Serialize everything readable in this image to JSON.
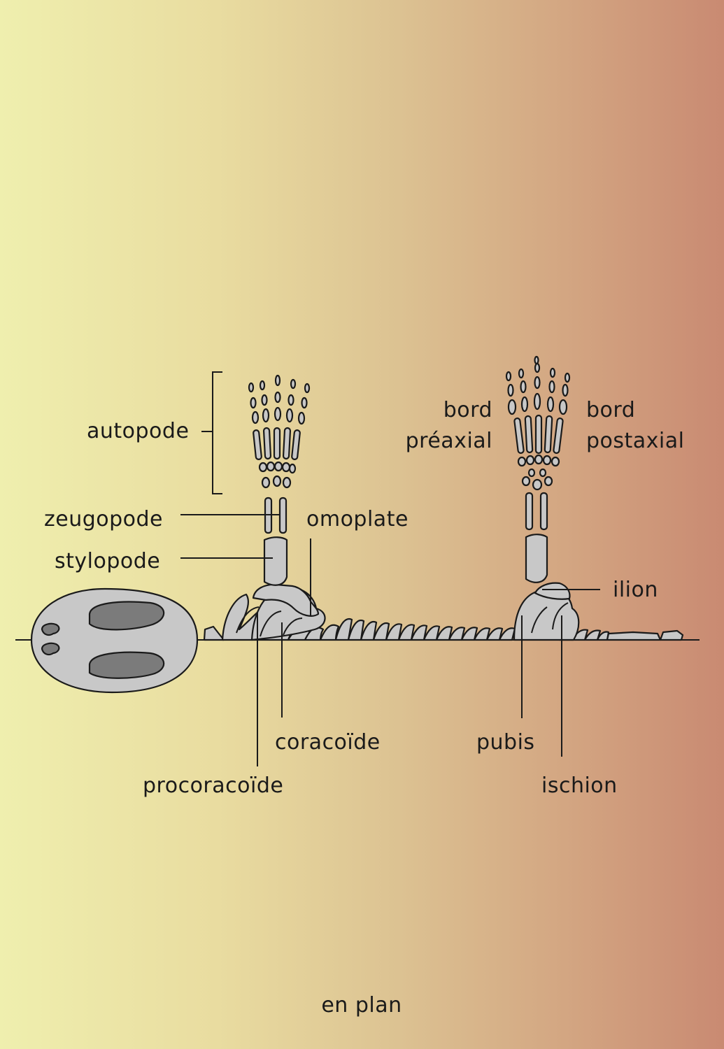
{
  "labels": {
    "autopode": "autopode",
    "zeugopode": "zeugopode",
    "stylopode": "stylopode",
    "omoplate": "omoplate",
    "bord_preaxial_1": "bord",
    "bord_preaxial_2": "préaxial",
    "bord_postaxial_1": "bord",
    "bord_postaxial_2": "postaxial",
    "ilion": "ilion",
    "coracoide": "coracoïde",
    "procoracoide": "procoracoïde",
    "pubis": "pubis",
    "ischion": "ischion",
    "caption": "en plan"
  },
  "colors": {
    "bone": "#c8c8c8",
    "bone_dark": "#7b7b7b",
    "outline": "#1a1a1a",
    "background_left": "#efefae",
    "background_right": "#c98a72"
  }
}
